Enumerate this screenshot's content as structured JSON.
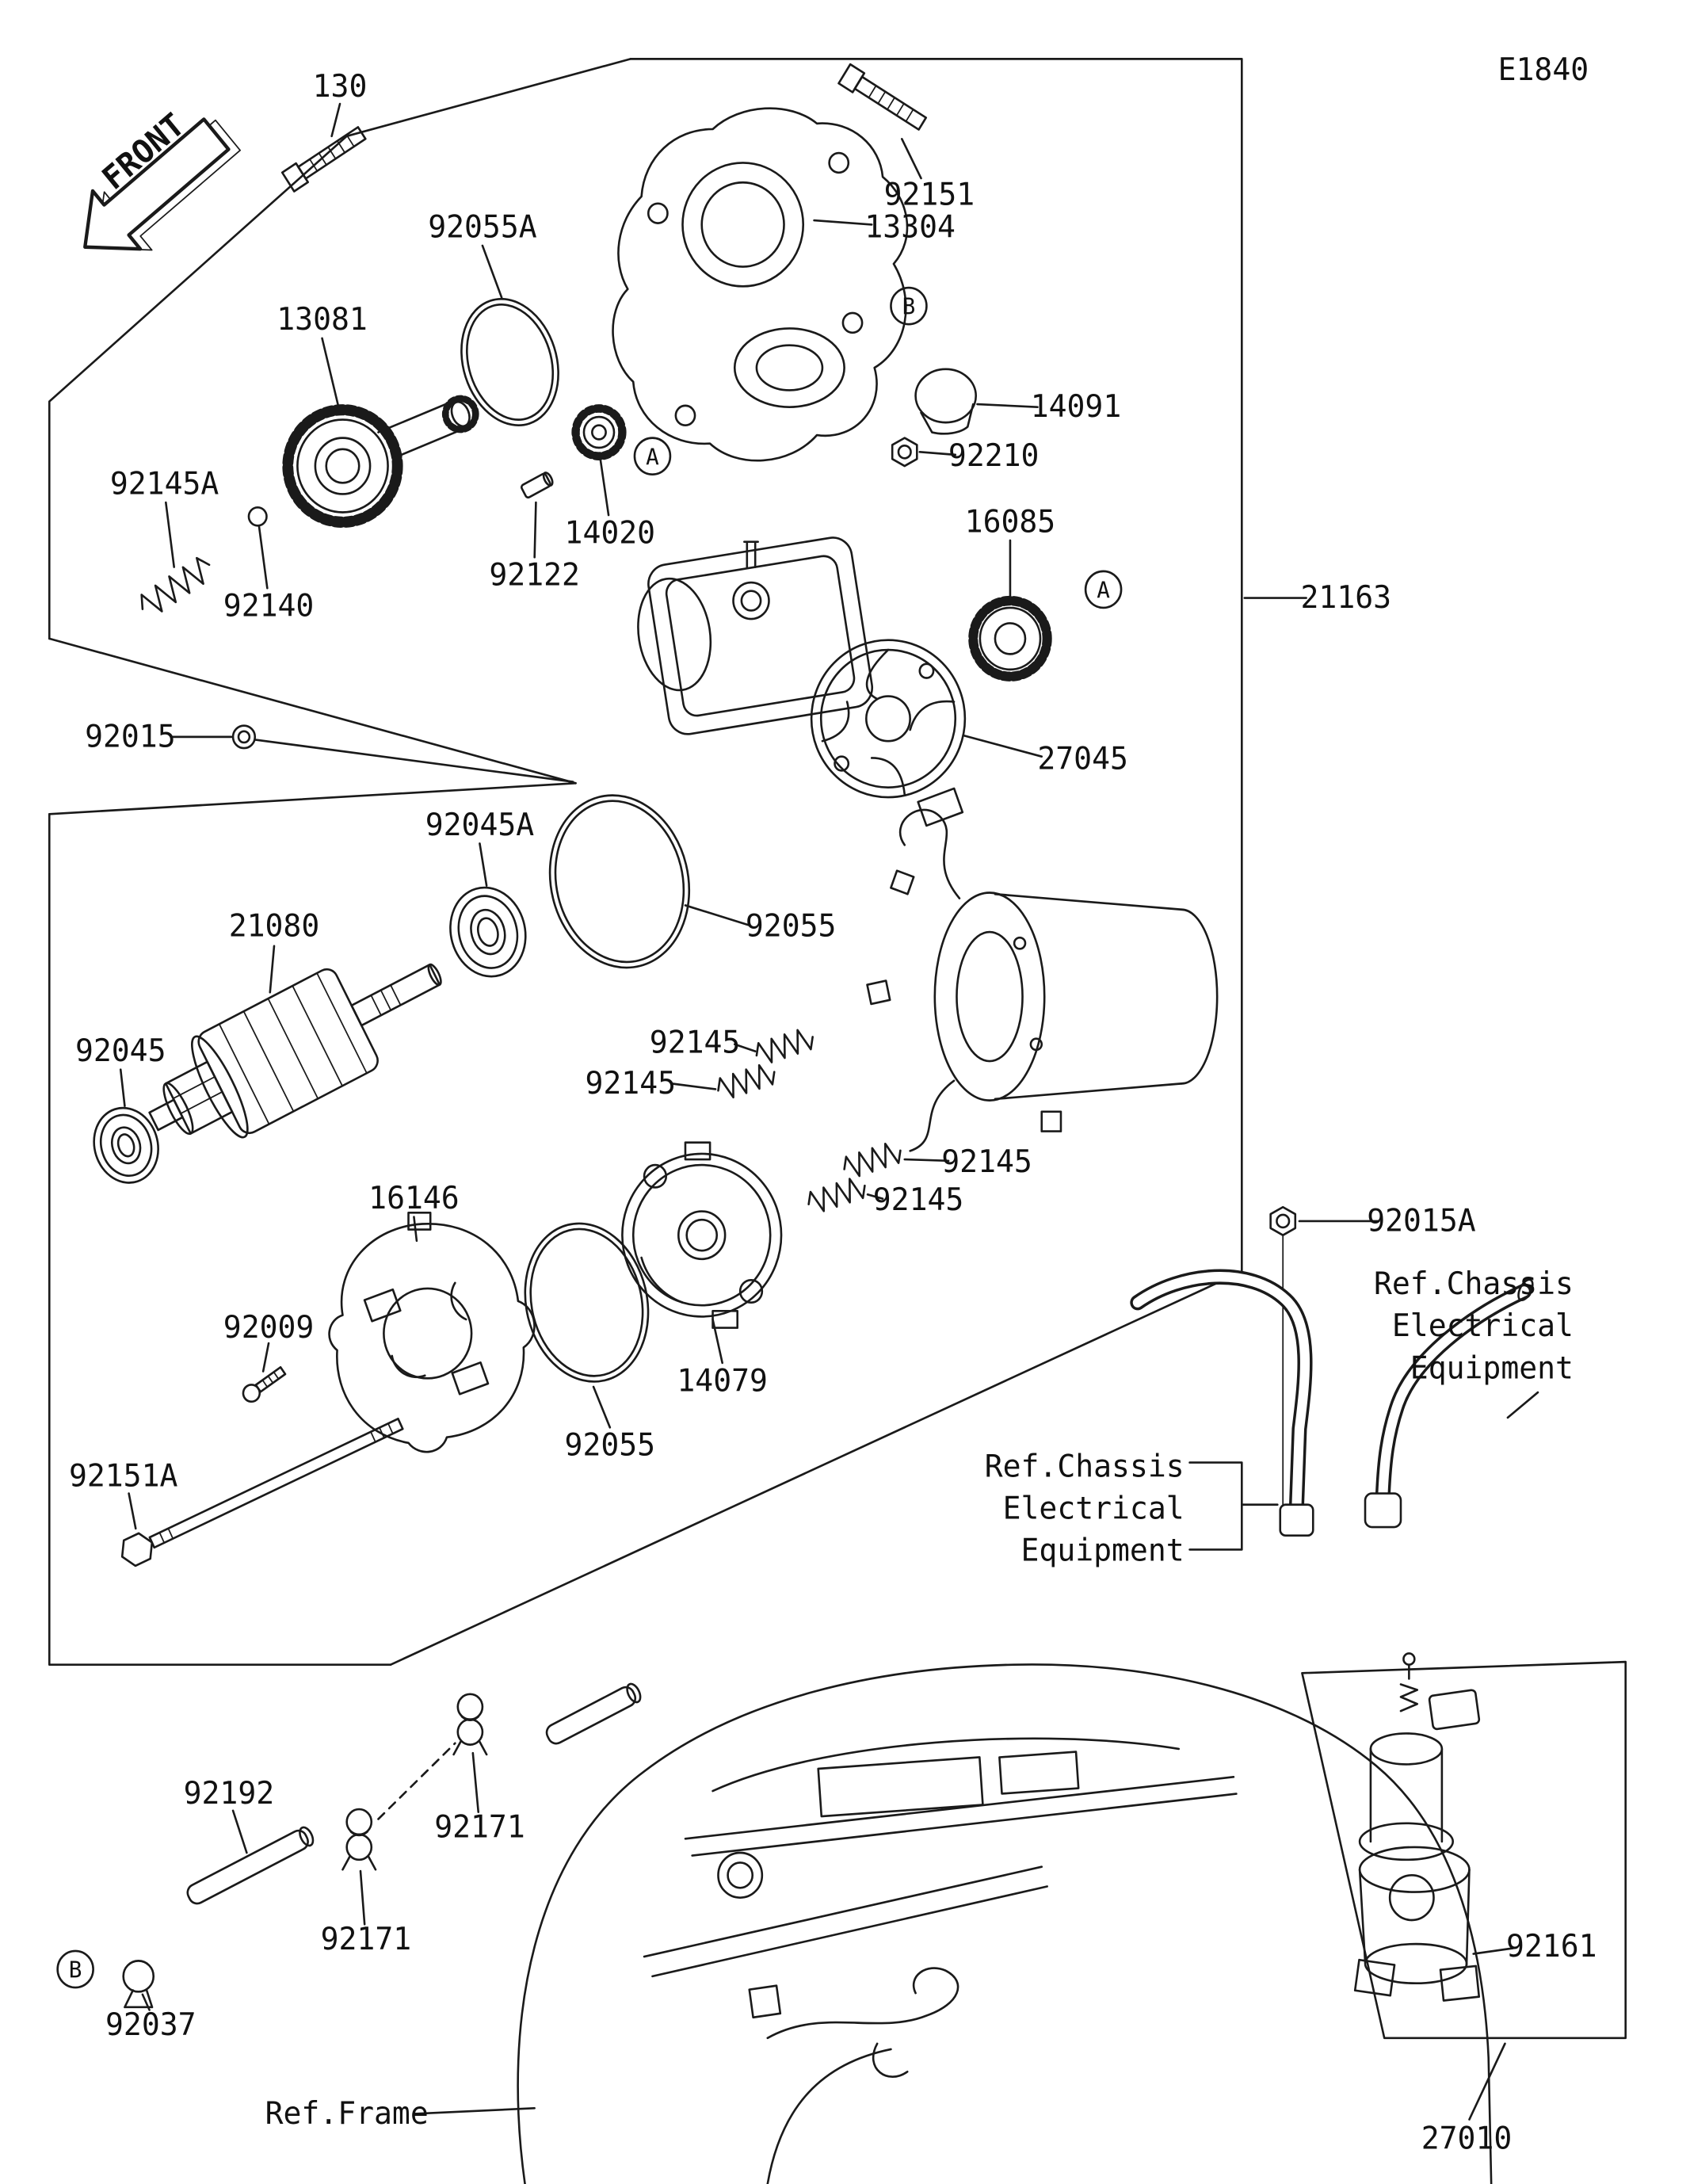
{
  "page": {
    "code": "E1840",
    "background": "#ffffff",
    "line_color": "#1a1a1a"
  },
  "front_marker": {
    "label": "FRONT"
  },
  "callouts": {
    "a": "A",
    "b": "B"
  },
  "parts": {
    "bolt_130": "130",
    "bolt_92151": "92151",
    "bracket_13304": "13304",
    "oring_92055a": "92055A",
    "pinion_13081": "13081",
    "cap_14091": "14091",
    "nut_92210": "92210",
    "spring_92145a": "92145A",
    "stopper_14020": "14020",
    "idle_gear_16085": "16085",
    "roller_92122": "92122",
    "ball_92140": "92140",
    "starter_motor_21163": "21163",
    "washer_92015": "92015",
    "cover_27045": "27045",
    "bearing_92045a": "92045A",
    "armature_21080": "21080",
    "oring_92055_upper": "92055",
    "bearing_92045": "92045",
    "spring_92145_1": "92145",
    "spring_92145_2": "92145",
    "spring_92145_3": "92145",
    "spring_92145_4": "92145",
    "brush_holder_16146": "16146",
    "nut_92015a": "92015A",
    "screw_92009": "92009",
    "end_cover_14079": "14079",
    "oring_92055_lower": "92055",
    "bolt_92151a": "92151A",
    "tube_92192": "92192",
    "clamp_92171_upper": "92171",
    "clamp_92171_lower": "92171",
    "clamp_92037": "92037",
    "relay_92161": "92161",
    "solenoid_27010": "27010"
  },
  "refs": {
    "frame": "Ref.Frame",
    "chassis_line1": "Ref.Chassis",
    "chassis_line2": "Electrical",
    "chassis_line3": "Equipment"
  }
}
